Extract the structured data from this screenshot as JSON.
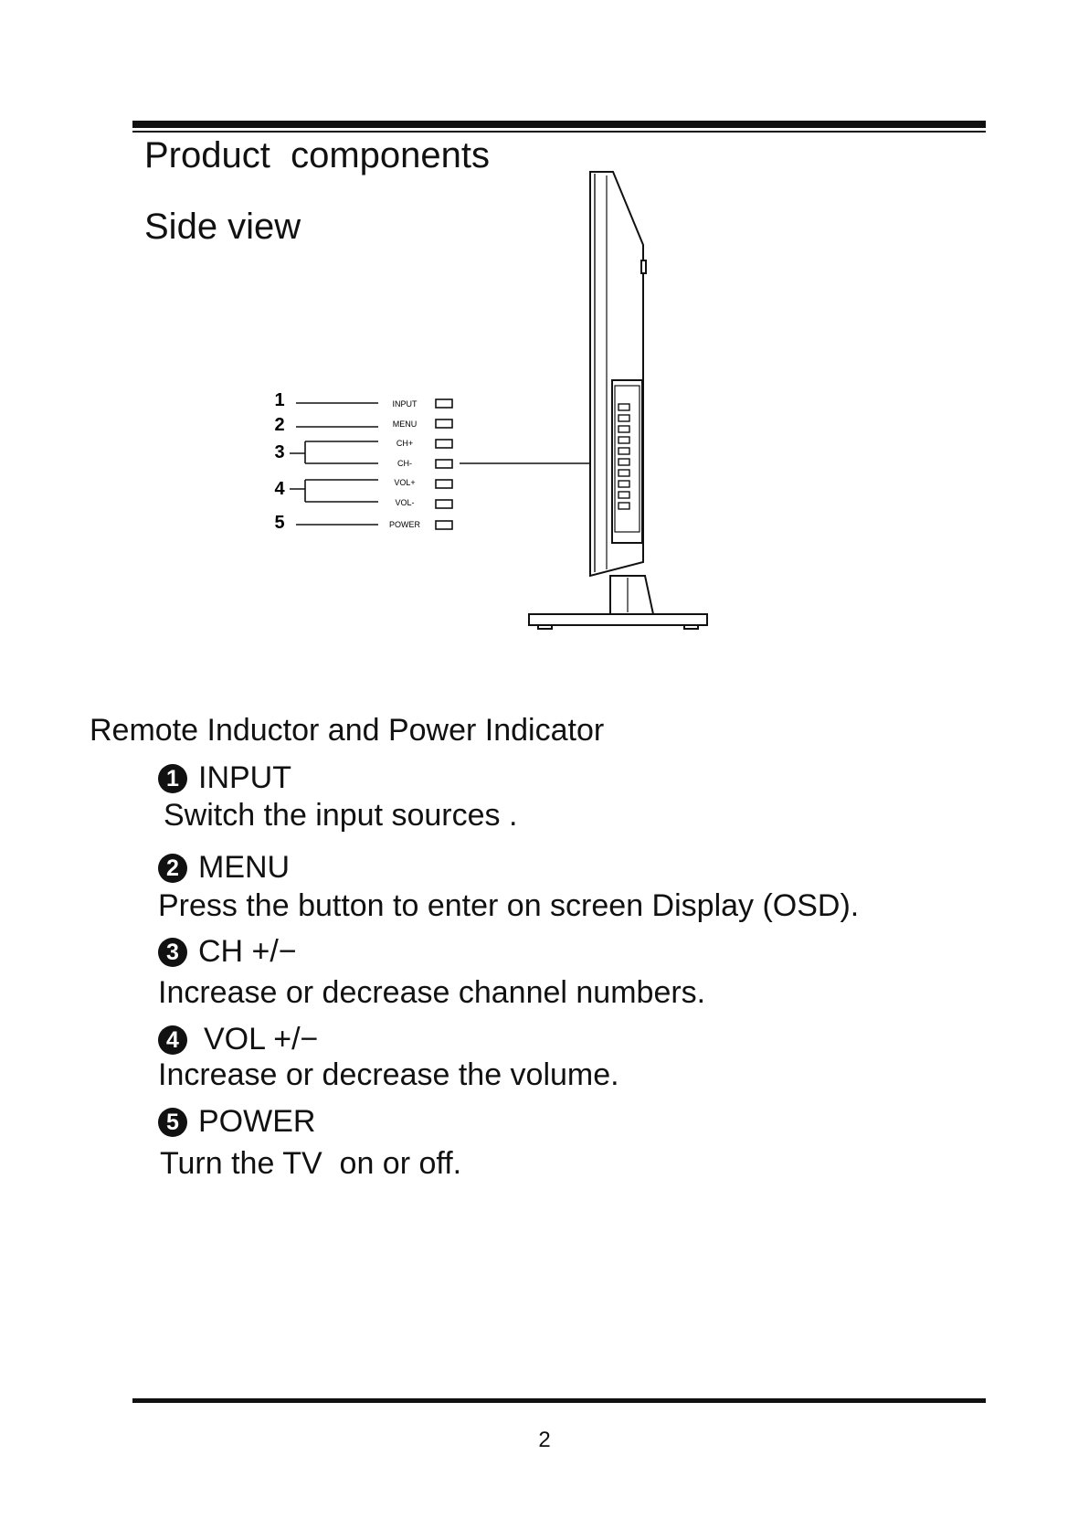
{
  "header": {
    "title": "Product  components",
    "subtitle": "Side view"
  },
  "diagram": {
    "callouts": [
      "1",
      "2",
      "3",
      "4",
      "5"
    ],
    "button_labels": [
      "INPUT",
      "MENU",
      "CH+",
      "CH-",
      "VOL+",
      "VOL-",
      "POWER"
    ]
  },
  "section": {
    "title": "Remote Inductor and Power Indicator",
    "items": [
      {
        "num": "1",
        "label": "INPUT",
        "desc": "Switch the input sources ."
      },
      {
        "num": "2",
        "label": "MENU",
        "desc": "Press the button to enter on screen Display (OSD)."
      },
      {
        "num": "3",
        "label": "CH +/−",
        "desc": "Increase or decrease channel numbers."
      },
      {
        "num": "4",
        "label": "VOL +/−",
        "desc": "Increase or decrease the volume."
      },
      {
        "num": "5",
        "label": "POWER",
        "desc": "Turn the TV  on or off."
      }
    ]
  },
  "footer": {
    "page_number": "2"
  }
}
